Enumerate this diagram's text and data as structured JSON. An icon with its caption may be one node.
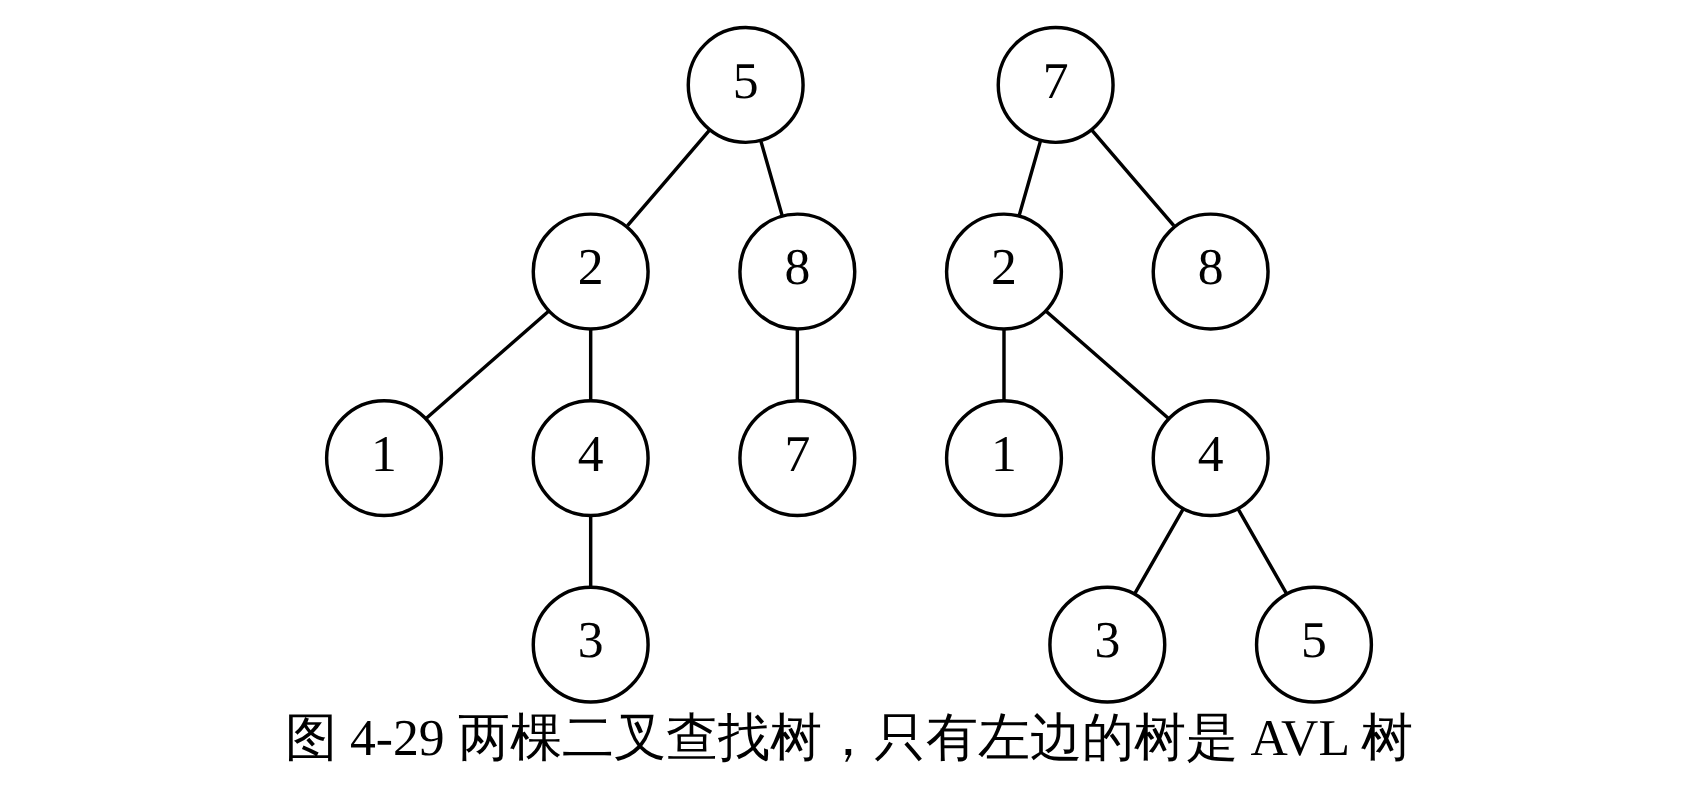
{
  "diagram": {
    "caption": "图 4-29 两棵二叉查找树，只有左边的树是 AVL 树",
    "nodes": [
      {
        "text": [
          "5"
        ]
      },
      {
        "text": [
          "2"
        ]
      },
      {
        "text": [
          "8"
        ]
      },
      {
        "text": [
          "1"
        ]
      },
      {
        "text": [
          "4"
        ]
      },
      {
        "text": [
          "7"
        ]
      },
      {
        "text": [
          "3"
        ]
      },
      {
        "text": [
          "7"
        ]
      },
      {
        "text": [
          "2"
        ]
      },
      {
        "text": [
          "8"
        ]
      },
      {
        "text": [
          "1"
        ]
      },
      {
        "text": [
          "4"
        ]
      },
      {
        "text": [
          "3"
        ]
      },
      {
        "text": [
          "5"
        ]
      }
    ],
    "edges": [
      {
        "from": 0,
        "to": 1,
        "arrow": "none"
      },
      {
        "from": 0,
        "to": 2,
        "arrow": "none"
      },
      {
        "from": 1,
        "to": 3,
        "arrow": "none"
      },
      {
        "from": 1,
        "to": 4,
        "arrow": "none"
      },
      {
        "from": 2,
        "to": 5,
        "arrow": "none"
      },
      {
        "from": 4,
        "to": 6,
        "arrow": "none"
      },
      {
        "from": 7,
        "to": 8,
        "arrow": "none"
      },
      {
        "from": 7,
        "to": 9,
        "arrow": "none"
      },
      {
        "from": 8,
        "to": 10,
        "arrow": "none"
      },
      {
        "from": 8,
        "to": 11,
        "arrow": "none"
      },
      {
        "from": 11,
        "to": 12,
        "arrow": "none"
      },
      {
        "from": 11,
        "to": 13,
        "arrow": "none"
      }
    ]
  }
}
